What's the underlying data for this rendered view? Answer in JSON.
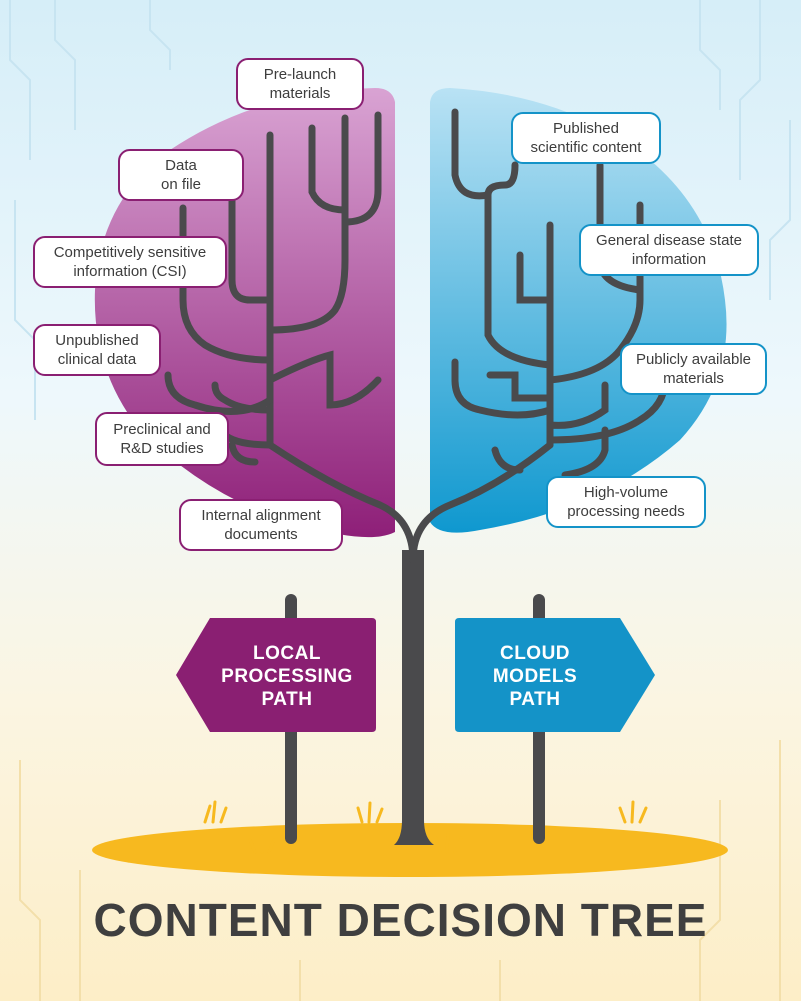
{
  "local_path": {
    "sign_label": "LOCAL\nPROCESSING\nPATH",
    "color": "#8a1f72",
    "items": [
      "Pre-launch\nmaterials",
      "Data\non file",
      "Competitively sensitive\ninformation (CSI)",
      "Unpublished\nclinical data",
      "Preclinical and\nR&D studies",
      "Internal alignment\ndocuments"
    ]
  },
  "cloud_path": {
    "sign_label": "CLOUD\nMODELS\nPATH",
    "color": "#1493c8",
    "items": [
      "Published\nscientific content",
      "General disease state\ninformation",
      "Publicly available\nmaterials",
      "High-volume\nprocessing needs"
    ]
  },
  "title": "CONTENT DECISION TREE",
  "colors": {
    "trunk": "#4a4a4c",
    "ground": "#f7b91f",
    "title": "#3f3f3f"
  }
}
